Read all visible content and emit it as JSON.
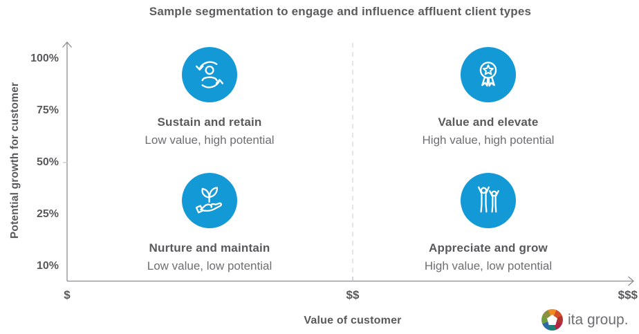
{
  "title": "Sample segmentation to engage and influence affluent client types",
  "axes": {
    "y_label": "Potential growth for customer",
    "y_ticks": [
      "100%",
      "75%",
      "50%",
      "25%",
      "10%"
    ],
    "x_label": "Value of customer",
    "x_ticks": [
      "$",
      "$$",
      "$$$"
    ]
  },
  "quadrants": [
    {
      "position": "top-left",
      "icon": "person-refresh-icon",
      "title": "Sustain and retain",
      "subtitle": "Low value, high potential"
    },
    {
      "position": "top-right",
      "icon": "award-ribbon-icon",
      "title": "Value and elevate",
      "subtitle": "High value, high potential"
    },
    {
      "position": "bottom-left",
      "icon": "hand-plant-icon",
      "title": "Nurture and maintain",
      "subtitle": "Low value, low potential"
    },
    {
      "position": "bottom-right",
      "icon": "celebration-people-icon",
      "title": "Appreciate and grow",
      "subtitle": "High value, low potential"
    }
  ],
  "logo": {
    "text": "ita group."
  },
  "colors": {
    "accent_blue": "#1499d7",
    "heading_gray": "#58595b",
    "body_gray": "#6d6e71",
    "axis_gray": "#8a8b8e",
    "divider_gray": "#d9dadb"
  },
  "chart_data": {
    "type": "scatter",
    "title": "Sample segmentation to engage and influence affluent client types",
    "xlabel": "Value of customer",
    "ylabel": "Potential growth for customer",
    "x_tick_labels": [
      "$",
      "$$",
      "$$$"
    ],
    "y_tick_labels": [
      "10%",
      "25%",
      "50%",
      "75%",
      "100%"
    ],
    "grid": false,
    "legend": "none",
    "annotations": [
      {
        "type": "dashed-vertical-divider",
        "x": "$$"
      }
    ],
    "points": [
      {
        "label": "Sustain and retain",
        "note": "Low value, high potential",
        "x_value": "low ($)",
        "y_value": "high (~90%)"
      },
      {
        "label": "Value and elevate",
        "note": "High value, high potential",
        "x_value": "high ($$$)",
        "y_value": "high (~90%)"
      },
      {
        "label": "Nurture and maintain",
        "note": "Low value, low potential",
        "x_value": "low ($)",
        "y_value": "low (~30%)"
      },
      {
        "label": "Appreciate and grow",
        "note": "High value, low potential",
        "x_value": "high ($$$)",
        "y_value": "low (~30%)"
      }
    ]
  }
}
